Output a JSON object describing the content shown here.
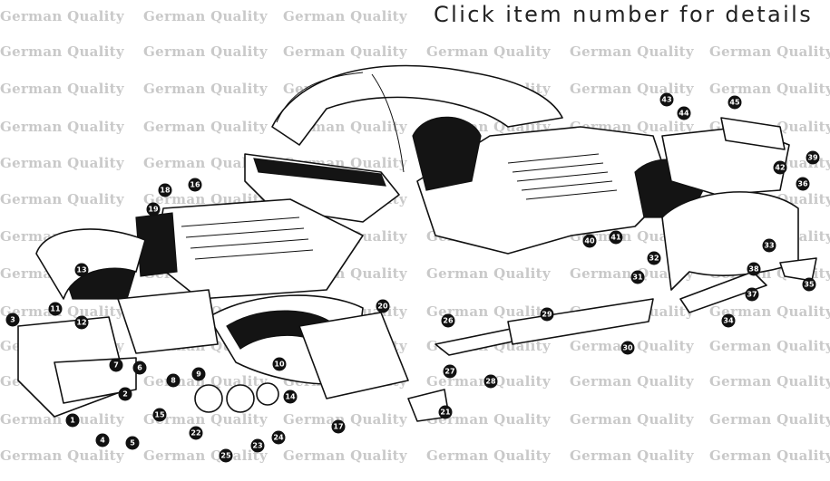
{
  "header": {
    "text": "Click item number for details"
  },
  "watermark": {
    "text": "German Quality"
  },
  "callouts": [
    {
      "n": "1"
    },
    {
      "n": "2"
    },
    {
      "n": "3"
    },
    {
      "n": "4"
    },
    {
      "n": "5"
    },
    {
      "n": "6"
    },
    {
      "n": "7"
    },
    {
      "n": "8"
    },
    {
      "n": "9"
    },
    {
      "n": "10"
    },
    {
      "n": "11"
    },
    {
      "n": "12"
    },
    {
      "n": "13"
    },
    {
      "n": "14"
    },
    {
      "n": "15"
    },
    {
      "n": "16"
    },
    {
      "n": "17"
    },
    {
      "n": "18"
    },
    {
      "n": "19"
    },
    {
      "n": "20"
    },
    {
      "n": "21"
    },
    {
      "n": "22"
    },
    {
      "n": "23"
    },
    {
      "n": "24"
    },
    {
      "n": "25"
    },
    {
      "n": "26"
    },
    {
      "n": "27"
    },
    {
      "n": "28"
    },
    {
      "n": "29"
    },
    {
      "n": "30"
    },
    {
      "n": "31"
    },
    {
      "n": "32"
    },
    {
      "n": "33"
    },
    {
      "n": "34"
    },
    {
      "n": "35"
    },
    {
      "n": "36"
    },
    {
      "n": "37"
    },
    {
      "n": "38"
    },
    {
      "n": "39"
    },
    {
      "n": "40"
    },
    {
      "n": "41"
    },
    {
      "n": "42"
    },
    {
      "n": "43"
    },
    {
      "n": "44"
    },
    {
      "n": "45"
    }
  ]
}
